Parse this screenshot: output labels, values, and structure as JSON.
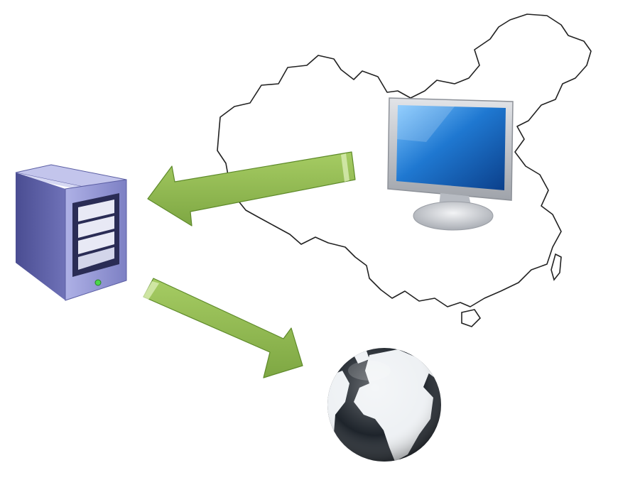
{
  "diagram": {
    "nodes": [
      {
        "id": "server",
        "icon": "server-tower-icon"
      },
      {
        "id": "desktop",
        "icon": "desktop-monitor-icon"
      },
      {
        "id": "internet",
        "icon": "globe-icon"
      }
    ],
    "background_map": {
      "icon": "china-outline-map-icon"
    },
    "edges": [
      {
        "from": "desktop",
        "to": "server",
        "icon": "arrow-left-icon"
      },
      {
        "from": "server",
        "to": "internet",
        "icon": "arrow-down-right-icon"
      }
    ]
  },
  "colors": {
    "background": "#ffffff",
    "map_outline": "#222222",
    "arrow_fill": "#8ab54a",
    "arrow_fill_light": "#a6cc63",
    "arrow_edge": "#5e8a2a",
    "server_body": "#8f92d0",
    "server_side": "#5b5ea3",
    "server_top": "#c3c5ec",
    "server_bezel": "#2a2c55",
    "server_led": "#4cd64c",
    "monitor_frame": "#b9bcc2",
    "monitor_screen": "#1f78d1",
    "monitor_stand": "#c9ccd1",
    "globe_ocean": "#1e242b",
    "globe_land": "#eef1f4"
  }
}
